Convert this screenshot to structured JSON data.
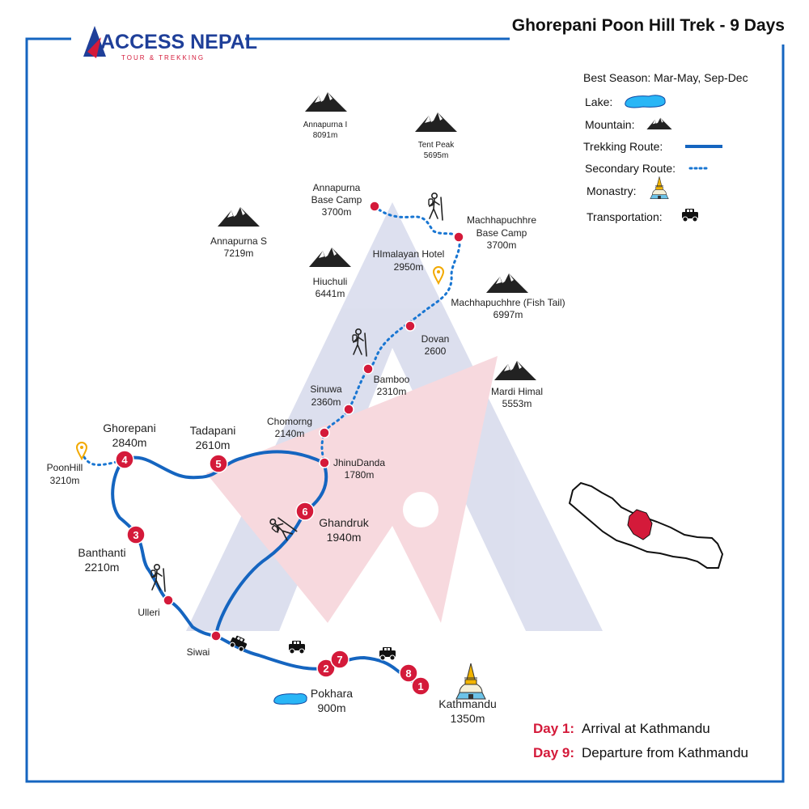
{
  "header": {
    "title": "Ghorepani Poon Hill Trek - 9 Days",
    "logo_main": "ACCESS NEPAL",
    "logo_sub": "TOUR & TREKKING"
  },
  "legend": {
    "best_season": "Best Season: Mar-May, Sep-Dec",
    "lake": "Lake:",
    "mountain": "Mountain:",
    "trekking_route": "Trekking Route:",
    "secondary_route": "Secondary Route:",
    "monastry": "Monastry:",
    "transportation": "Transportation:"
  },
  "colors": {
    "route": "#1565c0",
    "secondary": "#1976d2",
    "stop": "#d41a3a",
    "frame": "#1565c0",
    "lake": "#29b6f6"
  },
  "mountains": [
    {
      "name": "Annapurna I",
      "elev": "8091m"
    },
    {
      "name": "Tent Peak",
      "elev": "5695m"
    },
    {
      "name": "Annapurna S",
      "elev": "7219m"
    },
    {
      "name": "Hiuchuli",
      "elev": "6441m"
    },
    {
      "name": "Machhapuchhre (Fish Tail)",
      "elev": "6997m"
    },
    {
      "name": "Mardi Himal",
      "elev": "5553m"
    }
  ],
  "places": {
    "abc_1": "Annapurna",
    "abc_2": "Base Camp",
    "abc_3": "3700m",
    "mbc_1": "Machhapuchhre",
    "mbc_2": "Base Camp",
    "mbc_3": "3700m",
    "himalayan_1": "HImalayan Hotel",
    "himalayan_2": "2950m",
    "dovan_1": "Dovan",
    "dovan_2": "2600",
    "bamboo_1": "Bamboo",
    "bamboo_2": "2310m",
    "sinuwa_1": "Sinuwa",
    "sinuwa_2": "2360m",
    "chomrong_1": "Chomorng",
    "chomrong_2": "2140m",
    "jhinu_1": "JhinuDanda",
    "jhinu_2": "1780m",
    "ghorepani_1": "Ghorepani",
    "ghorepani_2": "2840m",
    "tadapani_1": "Tadapani",
    "tadapani_2": "2610m",
    "poonhill_1": "PoonHill",
    "poonhill_2": "3210m",
    "ghandruk_1": "Ghandruk",
    "ghandruk_2": "1940m",
    "banthanti_1": "Banthanti",
    "banthanti_2": "2210m",
    "ulleri": "Ulleri",
    "siwai": "Siwai",
    "pokhara_1": "Pokhara",
    "pokhara_2": "900m",
    "kathmandu_1": "Kathmandu",
    "kathmandu_2": "1350m"
  },
  "day_markers": [
    "1",
    "2",
    "3",
    "4",
    "5",
    "6",
    "7",
    "8"
  ],
  "notes": {
    "day1_label": "Day 1:",
    "day1_text": "Arrival at Kathmandu",
    "day9_label": "Day 9:",
    "day9_text": "Departure from Kathmandu"
  }
}
